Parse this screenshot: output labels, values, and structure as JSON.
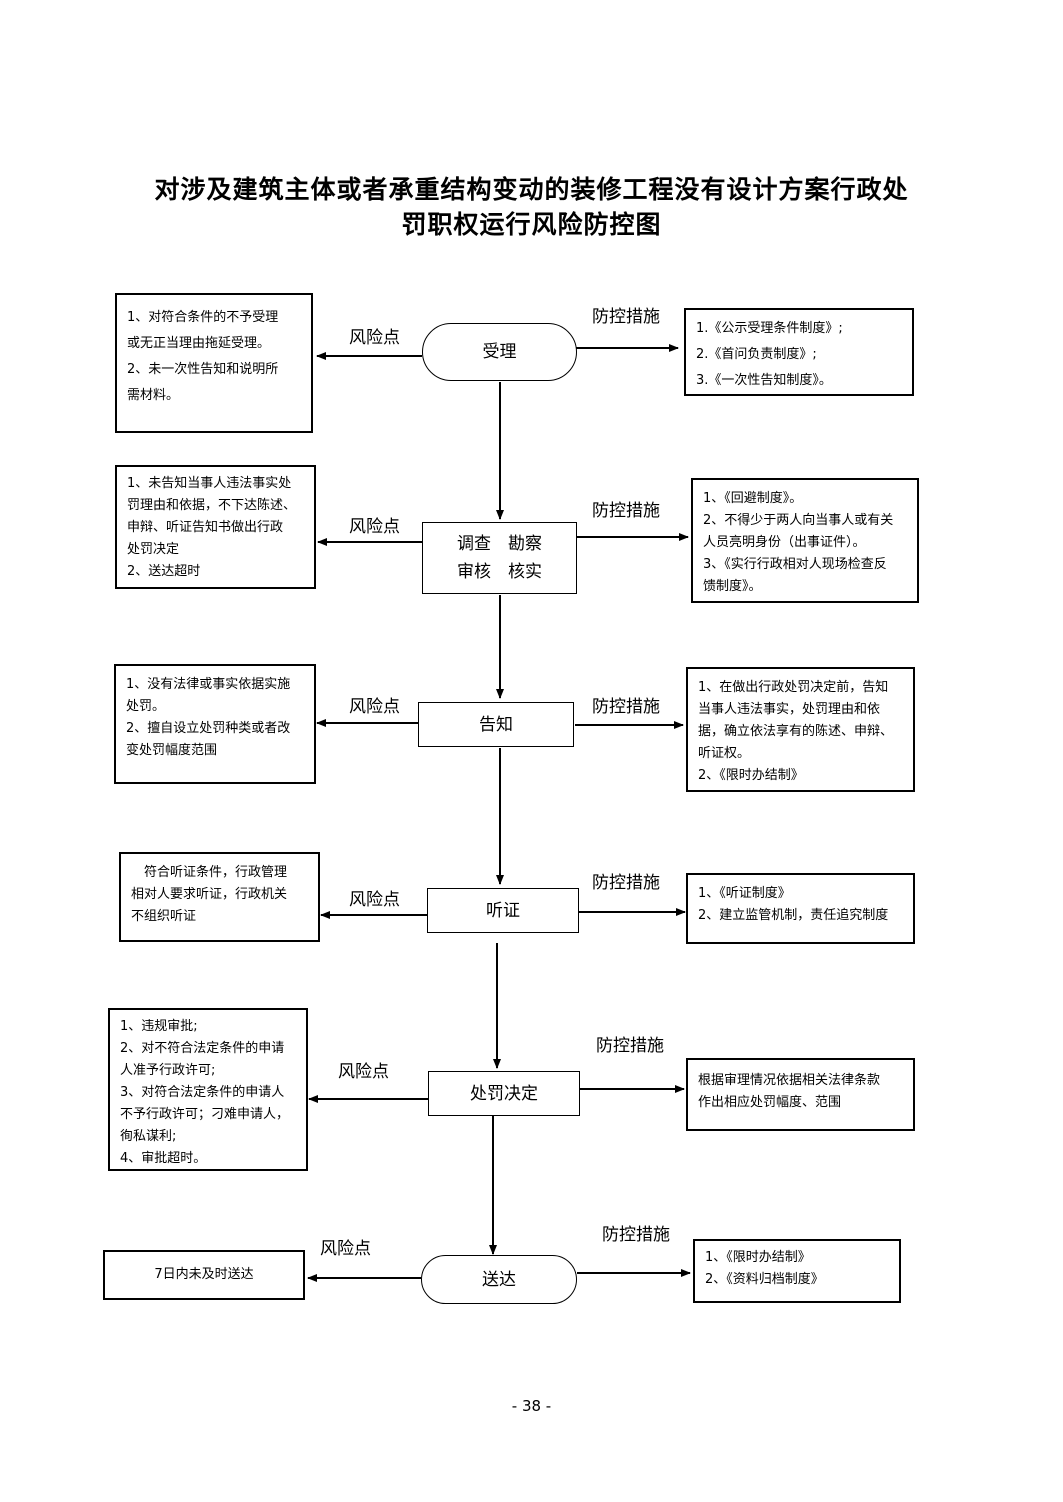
{
  "title": {
    "line1": "对涉及建筑主体或者承重结构变动的装修工程没有设计方案行政处",
    "line2": "罚职权运行风险防控图"
  },
  "labels": {
    "risk": "风险点",
    "control": "防控措施"
  },
  "steps": [
    {
      "name": "受理",
      "lines": [
        "受理"
      ],
      "risks": [
        "1、对符合条件的不予受理",
        "或无正当理由拖延受理。",
        "2、未一次性告知和说明所",
        "需材料。"
      ],
      "controls": [
        "1.《公示受理条件制度》;",
        "2.《首问负责制度》;",
        "3.《一次性告知制度》。"
      ]
    },
    {
      "name": "调查勘察审核核实",
      "lines": [
        "调查　勘察",
        "审核　核实"
      ],
      "risks": [
        "1、未告知当事人违法事实处",
        "罚理由和依据，不下达陈述、",
        "申辩、听证告知书做出行政",
        "处罚决定",
        "2、送达超时"
      ],
      "controls": [
        "1、《回避制度》。",
        "2、不得少于两人向当事人或有关",
        "人员亮明身份（出事证件）。",
        "3、《实行行政相对人现场检查反",
        "馈制度》。"
      ]
    },
    {
      "name": "告知",
      "lines": [
        "告知"
      ],
      "risks": [
        "1、没有法律或事实依据实施",
        "处罚。",
        "2、擅自设立处罚种类或者改",
        "变处罚幅度范围"
      ],
      "controls": [
        "1、在做出行政处罚决定前，告知",
        "当事人违法事实，处罚理由和依",
        "据，确立依法享有的陈述、申辩、",
        "听证权。",
        "2、《限时办结制》"
      ]
    },
    {
      "name": "听证",
      "lines": [
        "听证"
      ],
      "risks": [
        "　符合听证条件，行政管理",
        "相对人要求听证，行政机关",
        "不组织听证"
      ],
      "controls": [
        "1、《听证制度》",
        "2、建立监管机制，责任追究制度"
      ]
    },
    {
      "name": "处罚决定",
      "lines": [
        "处罚决定"
      ],
      "risks": [
        "1、违规审批;",
        "2、对不符合法定条件的申请",
        "人准予行政许可;",
        "3、对符合法定条件的申请人",
        "不予行政许可；刁难申请人，",
        "徇私谋利;",
        "4、审批超时。"
      ],
      "controls": [
        "根据审理情况依据相关法律条款",
        "作出相应处罚幅度、范围"
      ]
    },
    {
      "name": "送达",
      "lines": [
        "送达"
      ],
      "risks": [
        "7日内未及时送达"
      ],
      "controls": [
        "1、《限时办结制》",
        "2、《资料归档制度》"
      ]
    }
  ],
  "page_number": "- 38 -"
}
